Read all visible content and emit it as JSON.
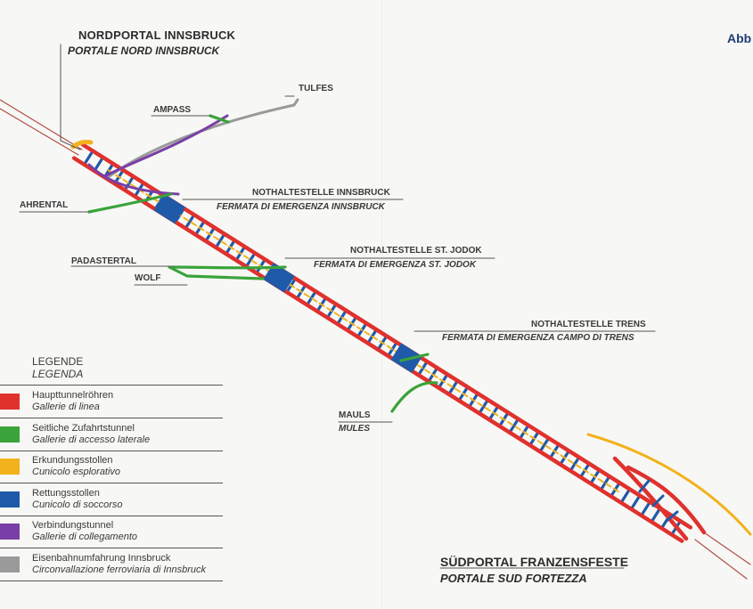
{
  "header": {
    "abb": "Abb"
  },
  "portals": {
    "north_de": "NORDPORTAL INNSBRUCK",
    "north_it": "PORTALE NORD INNSBRUCK",
    "south_de": "SÜDPORTAL FRANZENSFESTE",
    "south_it": "PORTALE SUD FORTEZZA"
  },
  "places": {
    "tulfes": "TULFES",
    "ampass": "AMPASS",
    "ahrental": "AHRENTAL",
    "padastertal": "PADASTERTAL",
    "wolf": "WOLF",
    "mauls": "MAULS",
    "mules": "MULES"
  },
  "stations": [
    {
      "de": "NOTHALTESTELLE INNSBRUCK",
      "it": "FERMATA DI EMERGENZA INNSBRUCK"
    },
    {
      "de": "NOTHALTESTELLE ST. JODOK",
      "it": "FERMATA DI EMERGENZA ST. JODOK"
    },
    {
      "de": "NOTHALTESTELLE TRENS",
      "it": "FERMATA DI EMERGENZA CAMPO DI TRENS"
    }
  ],
  "legend": {
    "title_de": "LEGENDE",
    "title_it": "LEGENDA",
    "items": [
      {
        "de": "Haupttunnelröhren",
        "it": "Gallerie di linea",
        "color": "#e0312d"
      },
      {
        "de": "Seitliche Zufahrtstunnel",
        "it": "Gallerie di accesso laterale",
        "color": "#3aa33a"
      },
      {
        "de": "Erkundungsstollen",
        "it": "Cunicolo esplorativo",
        "color": "#f2b21c"
      },
      {
        "de": "Rettungsstollen",
        "it": "Cunicolo di soccorso",
        "color": "#1f5aa8"
      },
      {
        "de": "Verbindungstunnel",
        "it": "Gallerie di collegamento",
        "color": "#7a3fa6"
      },
      {
        "de": "Eisenbahnumfahrung Innsbruck",
        "it": "Circonvallazione ferroviaria di Innsbruck",
        "color": "#9a9a9a"
      }
    ]
  }
}
